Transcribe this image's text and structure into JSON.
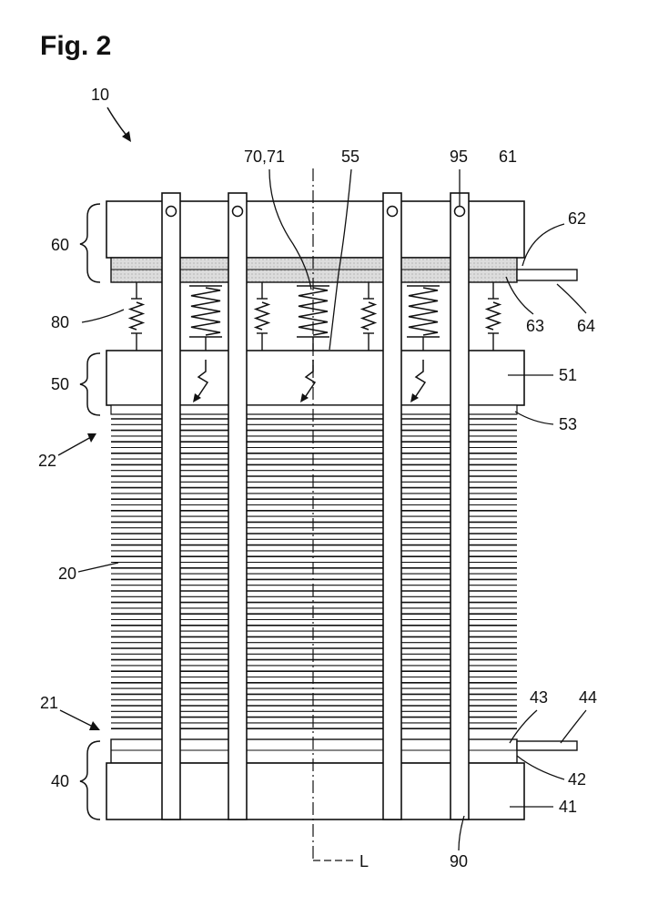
{
  "figure": {
    "title": "Fig. 2",
    "labels": {
      "device": "10",
      "stack": "20",
      "stack_end_bottom": "21",
      "stack_end_top": "22",
      "bottom_end_assembly": "40",
      "bottom_end_plate": "41",
      "bottom_insulator": "42",
      "bottom_current_collector": "43",
      "bottom_terminal": "44",
      "pressure_assembly": "50",
      "pressure_plate": "51",
      "pressure_surface": "53",
      "spring_force_arrow": "55",
      "top_end_assembly": "60",
      "top_end_plate": "61",
      "top_insulator": "62",
      "top_current_collector": "63",
      "top_terminal": "64",
      "spring_elements": "70,71",
      "damper_elements": "80",
      "tie_rod": "90",
      "pin": "95",
      "axis": "L"
    }
  },
  "colors": {
    "line": "#111111",
    "hatch_fill": "#d8d8d8",
    "background": "#ffffff"
  }
}
